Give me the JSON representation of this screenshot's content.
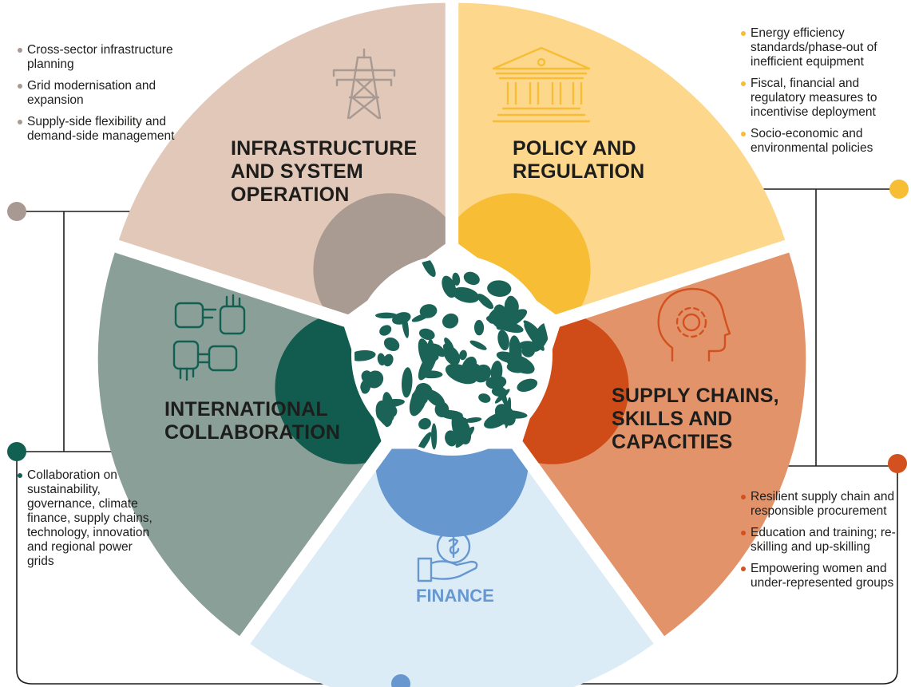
{
  "colors": {
    "infrastructure_light": "#e2c8b8",
    "infrastructure_dark": "#a99a92",
    "policy_light": "#fdd78c",
    "policy_dark": "#f6bd35",
    "supply_light": "#e3936a",
    "supply_dark": "#cf4b18",
    "finance_light": "#dcecf7",
    "finance_dark": "#6797cf",
    "international_light": "#8a9f97",
    "international_dark": "#115c4f",
    "center_pattern": "#1a6356"
  },
  "segments": {
    "infrastructure": {
      "title_lines": [
        "INFRASTRUCTURE",
        "AND SYSTEM",
        "OPERATION"
      ],
      "icon": "power-pylon-icon",
      "bullets": [
        "Cross-sector infrastructure planning",
        "Grid modernisation and expansion",
        "Supply-side flexibility and demand-side management"
      ]
    },
    "policy": {
      "title_lines": [
        "POLICY AND",
        "REGULATION"
      ],
      "icon": "government-building-icon",
      "bullets": [
        "Energy efficiency standards/phase-out of inefficient equipment",
        "Fiscal, financial and regulatory measures to incentivise deployment",
        "Socio-economic and environmental policies"
      ]
    },
    "supply": {
      "title_lines": [
        "SUPPLY CHAINS,",
        "SKILLS AND",
        "CAPACITIES"
      ],
      "icon": "head-gear-icon",
      "bullets": [
        "Resilient supply chain and responsible procurement",
        "Education and training; re-skilling and up-skilling",
        "Empowering women and under-represented groups"
      ]
    },
    "finance": {
      "title_lines": [
        "FINANCE"
      ],
      "icon": "hand-money-plant-icon",
      "bullets": []
    },
    "international": {
      "title_lines": [
        "INTERNATIONAL",
        "COLLABORATION"
      ],
      "icon": "joined-hands-icon",
      "bullets": [
        "Collaboration on sustainability, governance, climate finance, supply chains, technology, innovation and regional power grids"
      ]
    }
  }
}
